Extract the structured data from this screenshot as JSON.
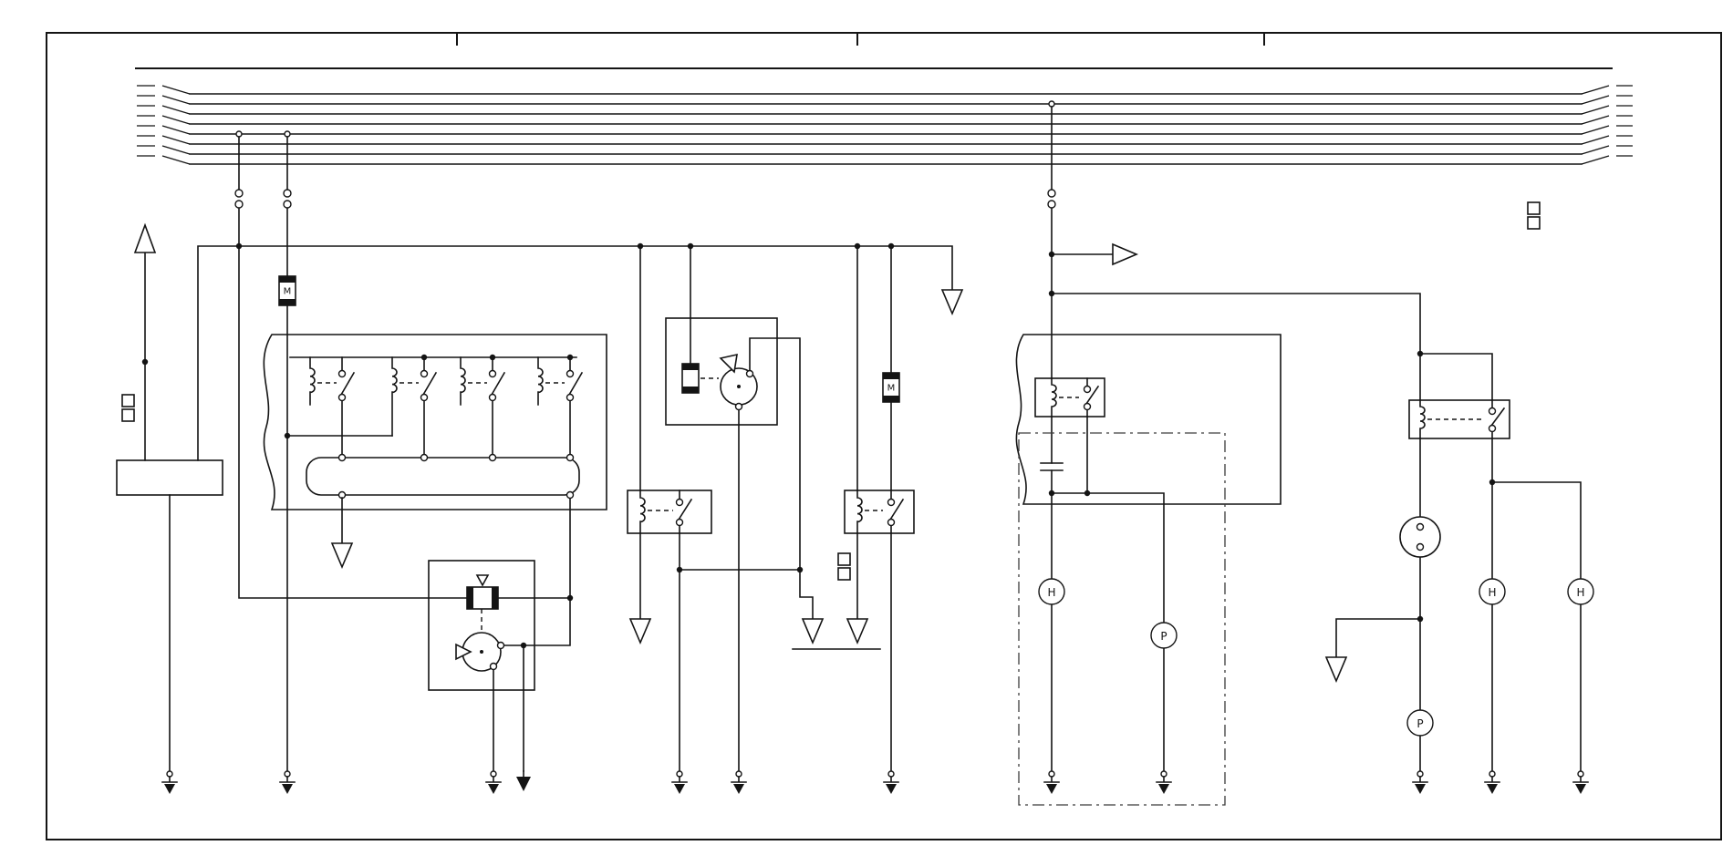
{
  "diagram": {
    "kind": "automotive wiring schematic",
    "colors": {
      "line": "#141414",
      "background": "#ffffff"
    },
    "components": {
      "motor_left": {
        "label": "M"
      },
      "motor_middle": {
        "label": "M"
      },
      "heater_left": {
        "label": "H"
      },
      "heater_mid": {
        "label": "H"
      },
      "heater_right": {
        "label": "H"
      },
      "sensor_left": {
        "label": "P"
      },
      "sensor_right": {
        "label": "P"
      }
    }
  }
}
